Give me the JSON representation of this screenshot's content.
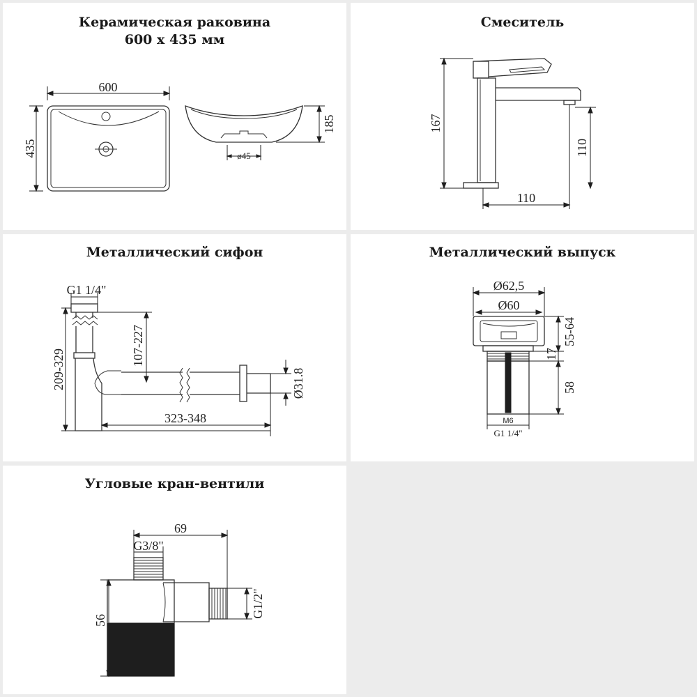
{
  "panels": {
    "sink": {
      "title_line1": "Керамическая раковина",
      "title_line2": "600 x 435 мм",
      "dims": {
        "width": "600",
        "depth": "435",
        "height": "185",
        "drain": "ø45"
      }
    },
    "mixer": {
      "title": "Смеситель",
      "dims": {
        "height": "167",
        "spout_height": "110",
        "spout_reach": "110"
      }
    },
    "siphon": {
      "title": "Металлический сифон",
      "dims": {
        "thread": "G1 1/4\"",
        "height": "209-329",
        "outlet_height": "107-227",
        "length": "323-348",
        "diameter": "Ø31.8"
      }
    },
    "drain": {
      "title": "Металлический выпуск",
      "dims": {
        "outer": "Ø62,5",
        "inner": "Ø60",
        "range": "55-64",
        "top": "17",
        "body": "58",
        "bolt": "M6",
        "thread": "G1 1/4\""
      }
    },
    "valve": {
      "title": "Угловые кран-вентили",
      "dims": {
        "length": "69",
        "inlet": "G3/8\"",
        "height": "56",
        "outlet": "G1/2\""
      }
    }
  }
}
